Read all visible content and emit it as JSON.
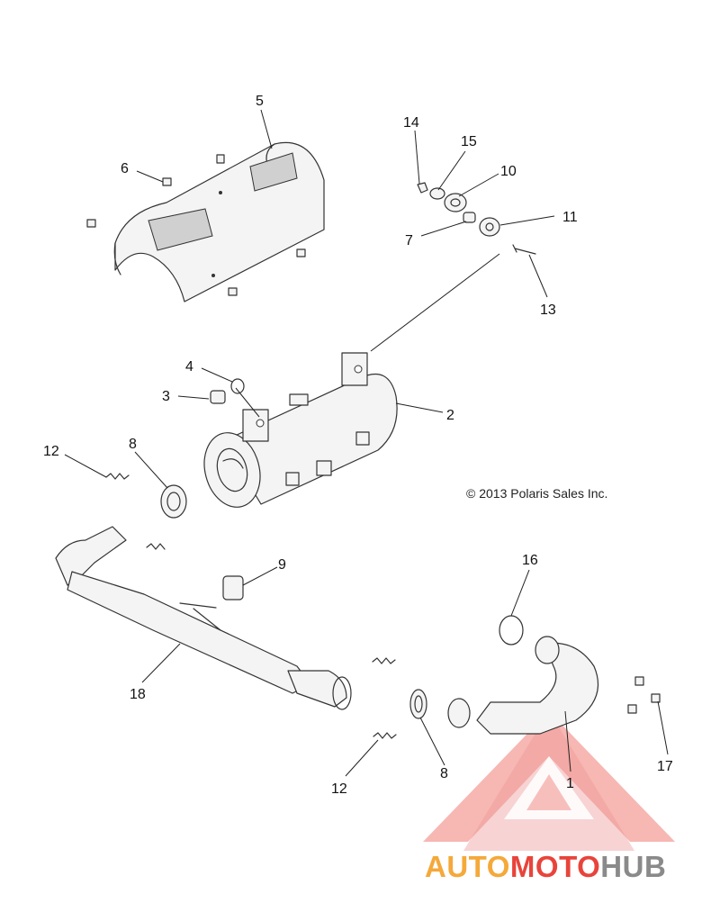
{
  "copyright": "© 2013 Polaris Sales Inc.",
  "watermark": {
    "part1": "AUTO",
    "part2": "MOTO",
    "part3": "HUB",
    "colors": {
      "auto": "#f4a93a",
      "moto": "#e8443b",
      "hub": "#8a8a8a"
    },
    "icon": "warning-triangle-icon"
  },
  "callouts": {
    "c1": "1",
    "c2": "2",
    "c3": "3",
    "c4": "4",
    "c5": "5",
    "c6": "6",
    "c7": "7",
    "c8a": "8",
    "c8b": "8",
    "c9": "9",
    "c10": "10",
    "c11": "11",
    "c12a": "12",
    "c12b": "12",
    "c13": "13",
    "c14": "14",
    "c15": "15",
    "c16": "16",
    "c17": "17",
    "c18": "18"
  }
}
